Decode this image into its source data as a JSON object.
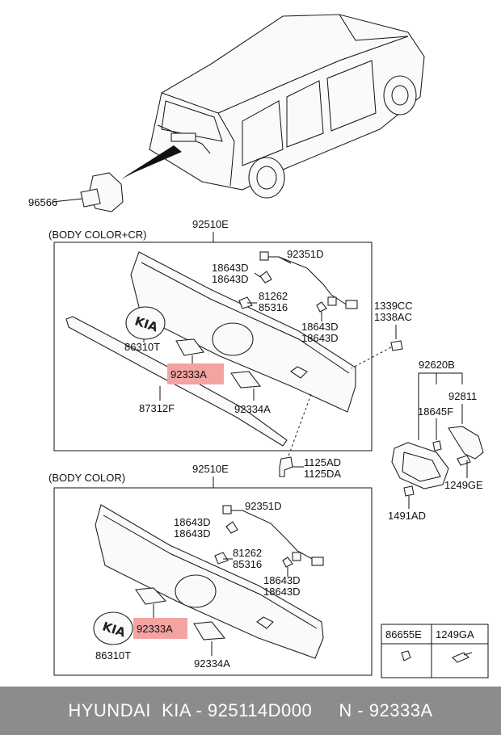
{
  "labels": {
    "p96566": "96566",
    "body_color_cr": "(BODY COLOR+CR)",
    "body_color": "(BODY COLOR)",
    "p92510e_top": "92510E",
    "p92510e_bottom": "92510E",
    "p92351d_top": "92351D",
    "p92351d_bottom": "92351D",
    "p18643d_t1": "18643D",
    "p18643d_t2": "18643D",
    "p18643d_t3": "18643D",
    "p18643d_t4": "18643D",
    "p18643d_b1": "18643D",
    "p18643d_b2": "18643D",
    "p18643d_b3": "18643D",
    "p18643d_b4": "18643D",
    "p81262_top": "81262",
    "p85316_top": "85316",
    "p81262_bottom": "81262",
    "p85316_bottom": "85316",
    "p86310t_top": "86310T",
    "p86310t_bottom": "86310T",
    "p92333a_top": "92333A",
    "p92333a_bottom": "92333A",
    "p92334a_top": "92334A",
    "p92334a_bottom": "92334A",
    "p87312f": "87312F",
    "p1339cc": "1339CC",
    "p1338ac": "1338AC",
    "p1125ad": "1125AD",
    "p1125da": "1125DA",
    "p92620b": "92620B",
    "p92811": "92811",
    "p18645f": "18645F",
    "p1249ge": "1249GE",
    "p1491ad": "1491AD",
    "p86655e": "86655E",
    "p1249ga": "1249GA"
  },
  "highlight_color": "#f4a3a3",
  "footer": {
    "text": "HYUNDAI  KIA - 925114D000     N - 92333A"
  }
}
